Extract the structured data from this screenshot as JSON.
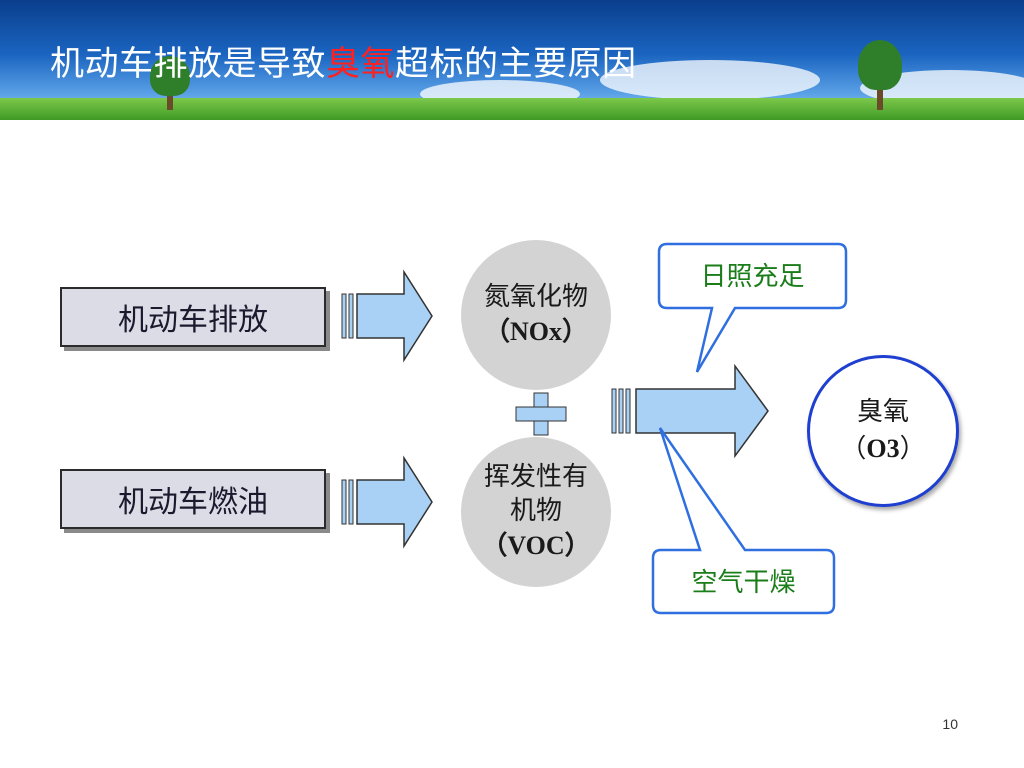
{
  "slide": {
    "title_prefix": "机动车排放是导致",
    "title_highlight": "臭氧",
    "title_suffix": "超标的主要原因",
    "page_number": "10"
  },
  "sources": [
    {
      "label": "机动车排放"
    },
    {
      "label": "机动车燃油"
    }
  ],
  "precursors": {
    "nox_line1": "氮氧化物",
    "nox_line2": "（NOx）",
    "voc_line1": "挥发性有",
    "voc_line2": "机物",
    "voc_line3": "（VOC）",
    "plus": "+"
  },
  "product": {
    "line1": "臭氧",
    "line2_prefix": "（",
    "line2_formula": "O3",
    "line2_suffix": "）"
  },
  "conditions": {
    "sunlight": "日照充足",
    "dry_air": "空气干燥"
  },
  "colors": {
    "title_highlight": "#ff2020",
    "arrow_fill": "#a9d1f5",
    "callout_border": "#2f6fe0",
    "callout_text": "#1a7d1a",
    "ozone_border": "#1e3fd0"
  }
}
